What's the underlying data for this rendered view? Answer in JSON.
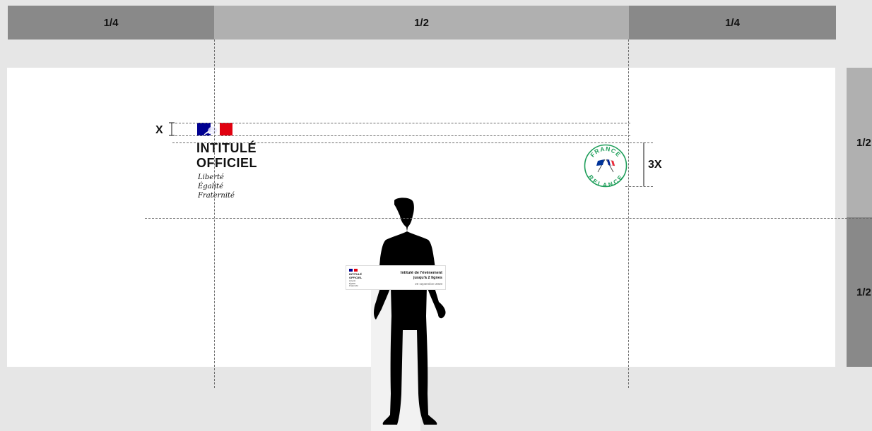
{
  "top_bands": [
    {
      "label": "1/4",
      "color": "#898989"
    },
    {
      "label": "1/2",
      "color": "#b0b0b0"
    },
    {
      "label": "1/4",
      "color": "#898989"
    }
  ],
  "side_bands": [
    {
      "label": "1/2",
      "color": "#b0b0b0"
    },
    {
      "label": "1/2",
      "color": "#898989"
    }
  ],
  "dimensions": {
    "logo_height_label": "X",
    "seal_height_label": "3X"
  },
  "logo": {
    "line1": "INTITULÉ",
    "line2": "OFFICIEL",
    "motto1": "Liberté",
    "motto2": "Égalité",
    "motto3": "Fraternité",
    "flag_blue": "#000091",
    "flag_red": "#e1000f"
  },
  "seal": {
    "top_text": "FRANCE",
    "bottom_text": "RELANCE",
    "color": "#1e9e5a"
  },
  "podium_sign": {
    "logo_line1": "INTITULÉ",
    "logo_line2": "OFFICIEL",
    "motto1": "Liberté",
    "motto2": "Égalité",
    "motto3": "Fraternité",
    "title_line1": "Intitulé de l'évènement",
    "title_line2": "jusqu'à 2 lignes",
    "date": "20 septembre 2020"
  },
  "colors": {
    "background": "#e6e6e6",
    "panel": "#ffffff",
    "guide": "#6b6b6b",
    "lectern": "#f2f2f2",
    "silhouette": "#000000"
  }
}
